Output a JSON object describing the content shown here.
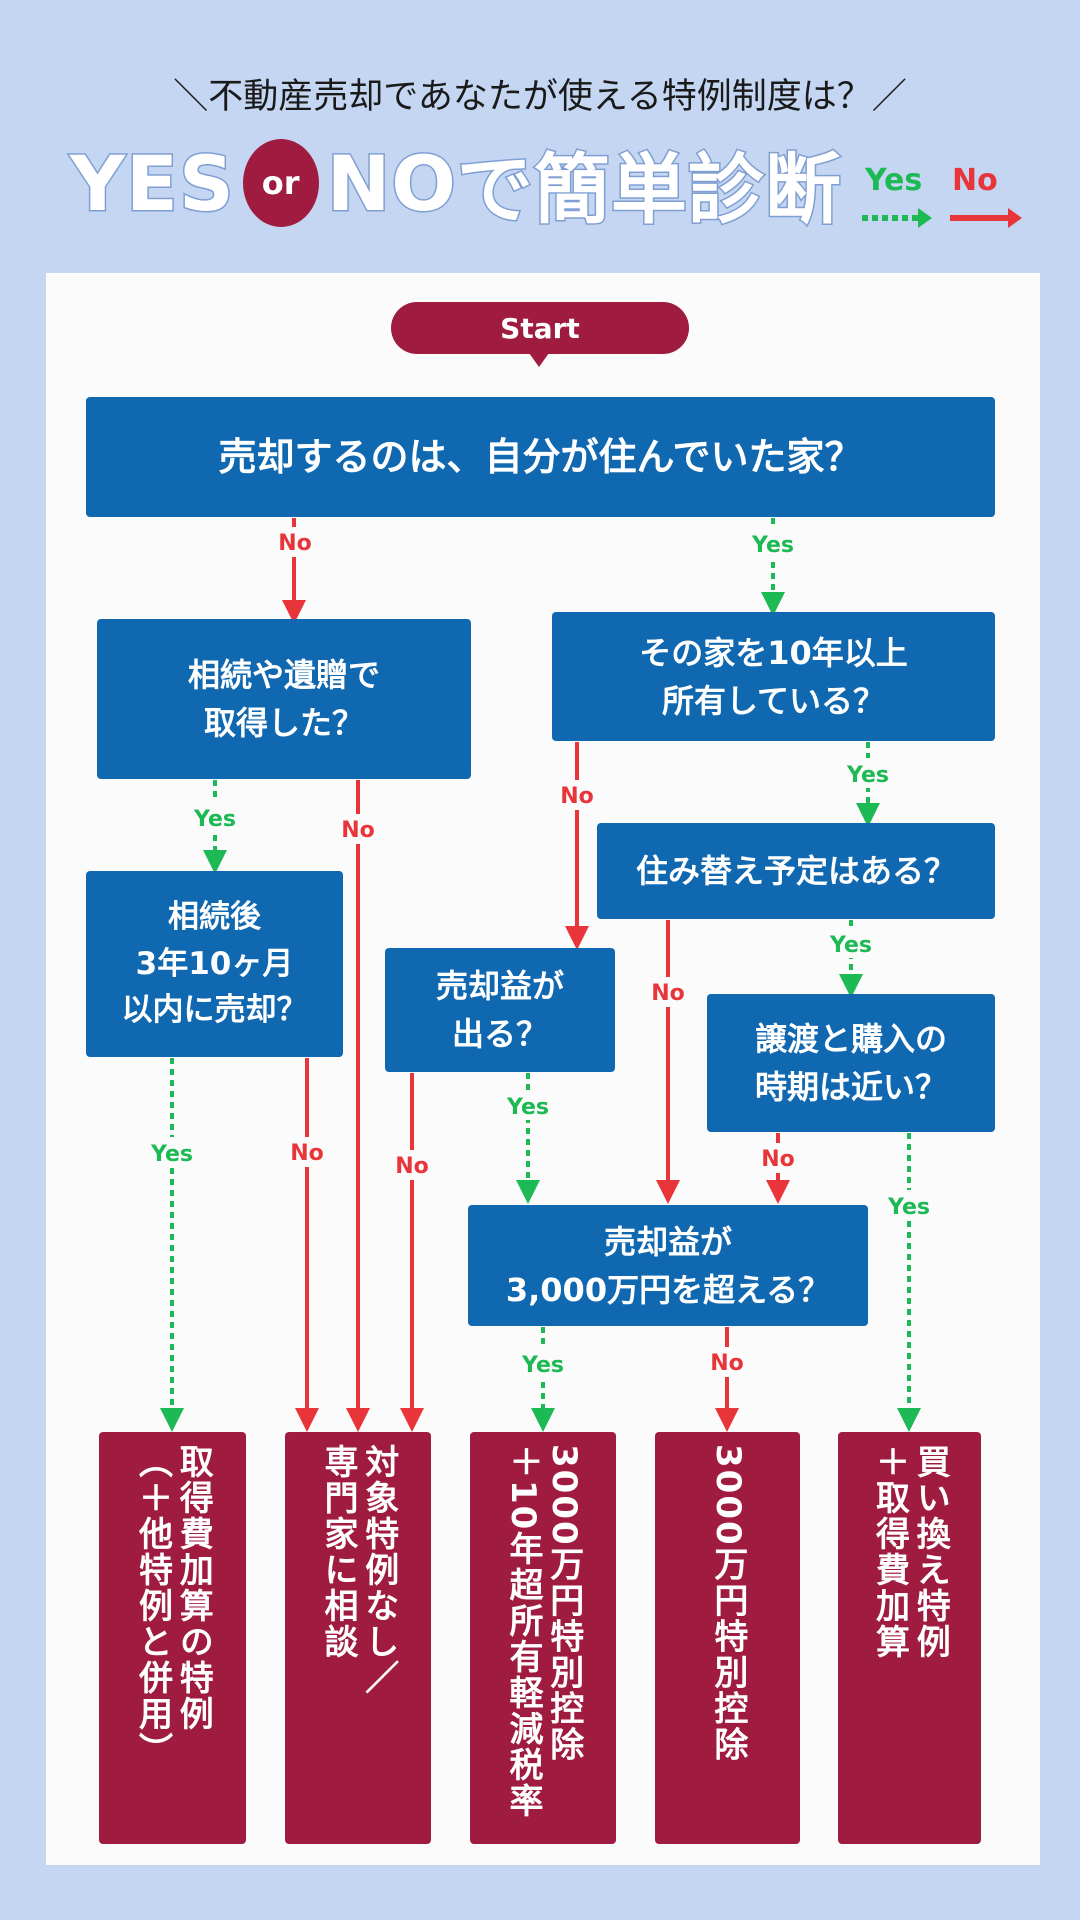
{
  "header": {
    "subtitle": "＼不動産売却であなたが使える特例制度は？／",
    "title_yes": "YES",
    "title_or": "or",
    "title_no": "NO",
    "title_rest": "で簡単診断",
    "legend_yes": "Yes",
    "legend_no": "No"
  },
  "colors": {
    "yes": "#1db954",
    "no": "#e8353a",
    "question": "#1068b0",
    "result": "#a01b40",
    "background": "#c4d6f2"
  },
  "start": "Start",
  "questions": {
    "q1": "売却するのは、自分が住んでいた家？",
    "q2": "相続や遺贈で\n取得した？",
    "q3": "その家を10年以上\n所有している？",
    "q4": "住み替え予定はある？",
    "q5": "相続後\n3年10ヶ月\n以内に売却？",
    "q6": "売却益が\n出る？",
    "q7": "譲渡と購入の\n時期は近い？",
    "q8": "売却益が\n3,000万円を超える？"
  },
  "results": {
    "r1": "取得費加算の特例\n（＋他特例と併用）",
    "r2": "対象特例なし／\n専門家に相談",
    "r3": "3000万円特別控除\n＋10年超所有軽減税率",
    "r4": "3000万円特別控除",
    "r5": "買い換え特例\n＋取得費加算"
  },
  "edge_labels": {
    "yes": "Yes",
    "no": "No"
  }
}
